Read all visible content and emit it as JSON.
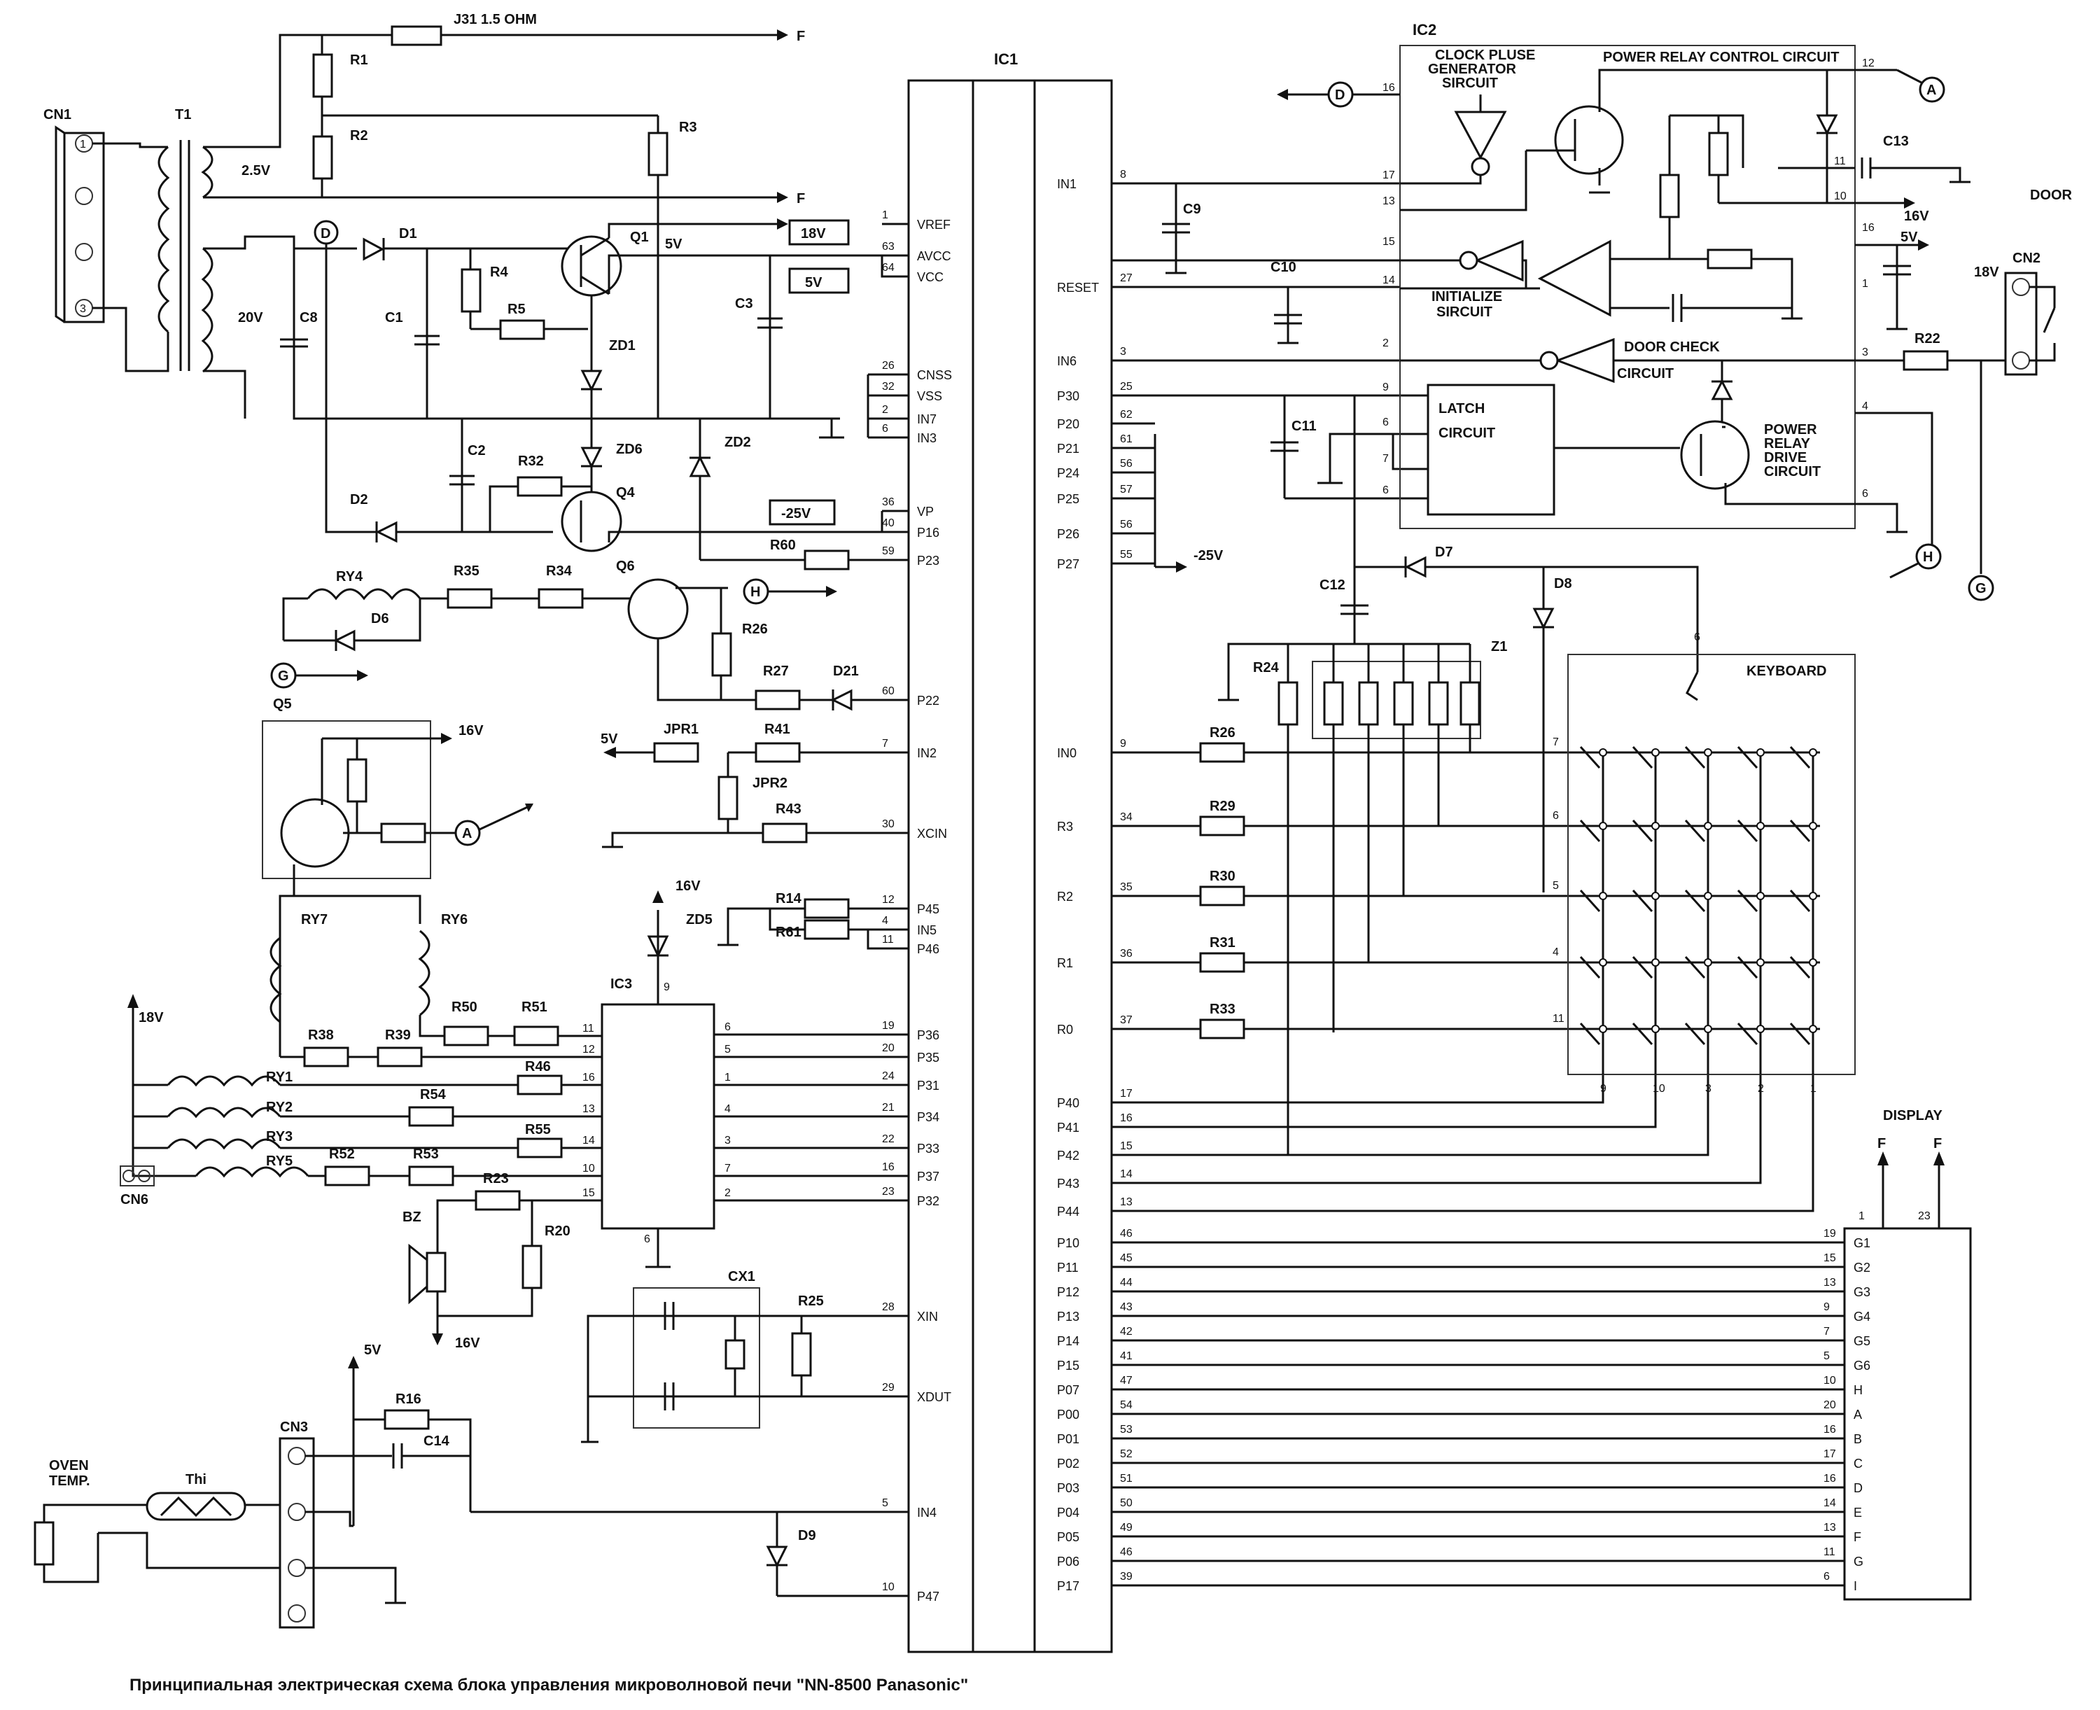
{
  "caption": "Принципиальная электрическая схема блока управления микроволновой печи \"NN-8500 Panasonic\"",
  "ic1": {
    "name": "IC1",
    "left_pins": [
      {
        "n": "1",
        "s": "VREF"
      },
      {
        "n": "63",
        "s": "AVCC"
      },
      {
        "n": "64",
        "s": "VCC"
      },
      {
        "n": "26",
        "s": "CNSS"
      },
      {
        "n": "32",
        "s": "VSS"
      },
      {
        "n": "2",
        "s": "IN7"
      },
      {
        "n": "6",
        "s": "IN3"
      },
      {
        "n": "36",
        "s": "VP"
      },
      {
        "n": "40",
        "s": "P16"
      },
      {
        "n": "59",
        "s": "P23"
      },
      {
        "n": "60",
        "s": "P22"
      },
      {
        "n": "7",
        "s": "IN2"
      },
      {
        "n": "30",
        "s": "XCIN"
      },
      {
        "n": "12",
        "s": "P45"
      },
      {
        "n": "4",
        "s": "IN5"
      },
      {
        "n": "11",
        "s": "P46"
      },
      {
        "n": "19",
        "s": "P36"
      },
      {
        "n": "20",
        "s": "P35"
      },
      {
        "n": "24",
        "s": "P31"
      },
      {
        "n": "21",
        "s": "P34"
      },
      {
        "n": "22",
        "s": "P33"
      },
      {
        "n": "16",
        "s": "P37"
      },
      {
        "n": "23",
        "s": "P32"
      },
      {
        "n": "28",
        "s": "XIN"
      },
      {
        "n": "29",
        "s": "XDUT"
      },
      {
        "n": "5",
        "s": "IN4"
      },
      {
        "n": "10",
        "s": "P47"
      }
    ],
    "right_pins": [
      {
        "n": "8",
        "s": "IN1"
      },
      {
        "n": "27",
        "s": "RESET"
      },
      {
        "n": "3",
        "s": "IN6"
      },
      {
        "n": "25",
        "s": "P30"
      },
      {
        "n": "62",
        "s": "P20"
      },
      {
        "n": "61",
        "s": "P21"
      },
      {
        "n": "56",
        "s": "P24"
      },
      {
        "n": "57",
        "s": "P25"
      },
      {
        "n": "56",
        "s": "P26"
      },
      {
        "n": "55",
        "s": "P27"
      },
      {
        "n": "9",
        "s": "IN0"
      },
      {
        "n": "34",
        "s": "R3"
      },
      {
        "n": "35",
        "s": "R2"
      },
      {
        "n": "36",
        "s": "R1"
      },
      {
        "n": "37",
        "s": "R0"
      },
      {
        "n": "17",
        "s": "P40"
      },
      {
        "n": "16",
        "s": "P41"
      },
      {
        "n": "15",
        "s": "P42"
      },
      {
        "n": "14",
        "s": "P43"
      },
      {
        "n": "13",
        "s": "P44"
      },
      {
        "n": "46",
        "s": "P10"
      },
      {
        "n": "45",
        "s": "P11"
      },
      {
        "n": "44",
        "s": "P12"
      },
      {
        "n": "43",
        "s": "P13"
      },
      {
        "n": "42",
        "s": "P14"
      },
      {
        "n": "41",
        "s": "P15"
      },
      {
        "n": "47",
        "s": "P07"
      },
      {
        "n": "54",
        "s": "P00"
      },
      {
        "n": "53",
        "s": "P01"
      },
      {
        "n": "52",
        "s": "P02"
      },
      {
        "n": "51",
        "s": "P03"
      },
      {
        "n": "50",
        "s": "P04"
      },
      {
        "n": "49",
        "s": "P05"
      },
      {
        "n": "46",
        "s": "P06"
      },
      {
        "n": "39",
        "s": "P17"
      }
    ]
  },
  "display": {
    "title": "DISPLAY",
    "top_pins": [
      "1",
      "23"
    ],
    "pins": [
      {
        "n": "19",
        "s": "G1"
      },
      {
        "n": "15",
        "s": "G2"
      },
      {
        "n": "13",
        "s": "G3"
      },
      {
        "n": "9",
        "s": "G4"
      },
      {
        "n": "7",
        "s": "G5"
      },
      {
        "n": "5",
        "s": "G6"
      },
      {
        "n": "10",
        "s": "H"
      },
      {
        "n": "20",
        "s": "A"
      },
      {
        "n": "16",
        "s": "B"
      },
      {
        "n": "17",
        "s": "C"
      },
      {
        "n": "16",
        "s": "D"
      },
      {
        "n": "14",
        "s": "E"
      },
      {
        "n": "13",
        "s": "F"
      },
      {
        "n": "11",
        "s": "G"
      },
      {
        "n": "6",
        "s": "I"
      }
    ]
  },
  "keyboard": {
    "title": "KEYBOARD",
    "row_pins": [
      "7",
      "6",
      "5",
      "4",
      "11"
    ],
    "col_pins": [
      "9",
      "10",
      "3",
      "2",
      "1"
    ],
    "top_pin": "6"
  },
  "ic2": {
    "name": "IC2",
    "clock": "CLOCK PLUSE GENERATOR SIRCUIT",
    "power_relay_ctrl": "POWER RELAY CONTROL CIRCUIT",
    "initialize": "INITIALIZE SIRCUIT",
    "door_check": "DOOR CHECK CIRCUIT",
    "latch": "LATCH CIRCUIT",
    "relay_drive": "POWER RELAY DRIVE CIRCUIT",
    "pins": [
      "16",
      "17",
      "13",
      "15",
      "14",
      "2",
      "9",
      "6",
      "7",
      "6",
      "12",
      "11",
      "10",
      "16",
      "1",
      "3",
      "4",
      "6"
    ]
  },
  "labels": {
    "cn1": "CN1",
    "t1": "T1",
    "j31": "J31 1.5 OHM",
    "r1": "R1",
    "r2": "R2",
    "r3": "R3",
    "v25": "2.5V",
    "v20": "20V",
    "c8": "C8",
    "d1": "D1",
    "c1": "C1",
    "r4": "R4",
    "r5": "R5",
    "q1": "Q1",
    "v5a": "5V",
    "zd1": "ZD1",
    "c3": "C3",
    "box18": "18V",
    "box5": "5V",
    "boxm25": "-25V",
    "c2": "C2",
    "r32": "R32",
    "zd6": "ZD6",
    "zd2": "ZD2",
    "q4": "Q4",
    "d2": "D2",
    "r60": "R60",
    "ry4": "RY4",
    "r35": "R35",
    "r34": "R34",
    "q6": "Q6",
    "d6": "D6",
    "r26a": "R26",
    "r27": "R27",
    "d21": "D21",
    "q5": "Q5",
    "v16a": "16V",
    "v5b": "5V",
    "jpr1": "JPR1",
    "r41": "R41",
    "jpr2": "JPR2",
    "r43": "R43",
    "ry7": "RY7",
    "ry6": "RY6",
    "v16b": "16V",
    "zd5": "ZD5",
    "r14": "R14",
    "r61": "R61",
    "ic3": "IC3",
    "r50": "R50",
    "r51": "R51",
    "r38": "R38",
    "r39": "R39",
    "v18a": "18V",
    "ry1": "RY1",
    "r46": "R46",
    "ry2": "RY2",
    "r54": "R54",
    "ry3": "RY3",
    "r55": "R55",
    "ry5": "RY5",
    "r52": "R52",
    "r53": "R53",
    "cn6": "CN6",
    "r23": "R23",
    "bz": "BZ",
    "r20": "R20",
    "v16c": "16V",
    "cx1": "CX1",
    "r25": "R25",
    "v5c": "5V",
    "r16": "R16",
    "cn3": "CN3",
    "c14": "C14",
    "oven": "OVEN",
    "temp": "TEMP.",
    "thi": "Thi",
    "d9": "D9",
    "c9": "C9",
    "c10": "C10",
    "c11": "C11",
    "c12": "C12",
    "m25": "-25V",
    "d7": "D7",
    "d8": "D8",
    "r24": "R24",
    "z1": "Z1",
    "r26b": "R26",
    "r29": "R29",
    "r30": "R30",
    "r31": "R31",
    "r33": "R33",
    "c13": "C13",
    "v16d": "16V",
    "v5d": "5V",
    "door": "DOOR",
    "cn2": "CN2",
    "v18b": "18V",
    "r22": "R22",
    "F": "F",
    "A": "A",
    "D": "D",
    "G": "G",
    "H": "H"
  }
}
